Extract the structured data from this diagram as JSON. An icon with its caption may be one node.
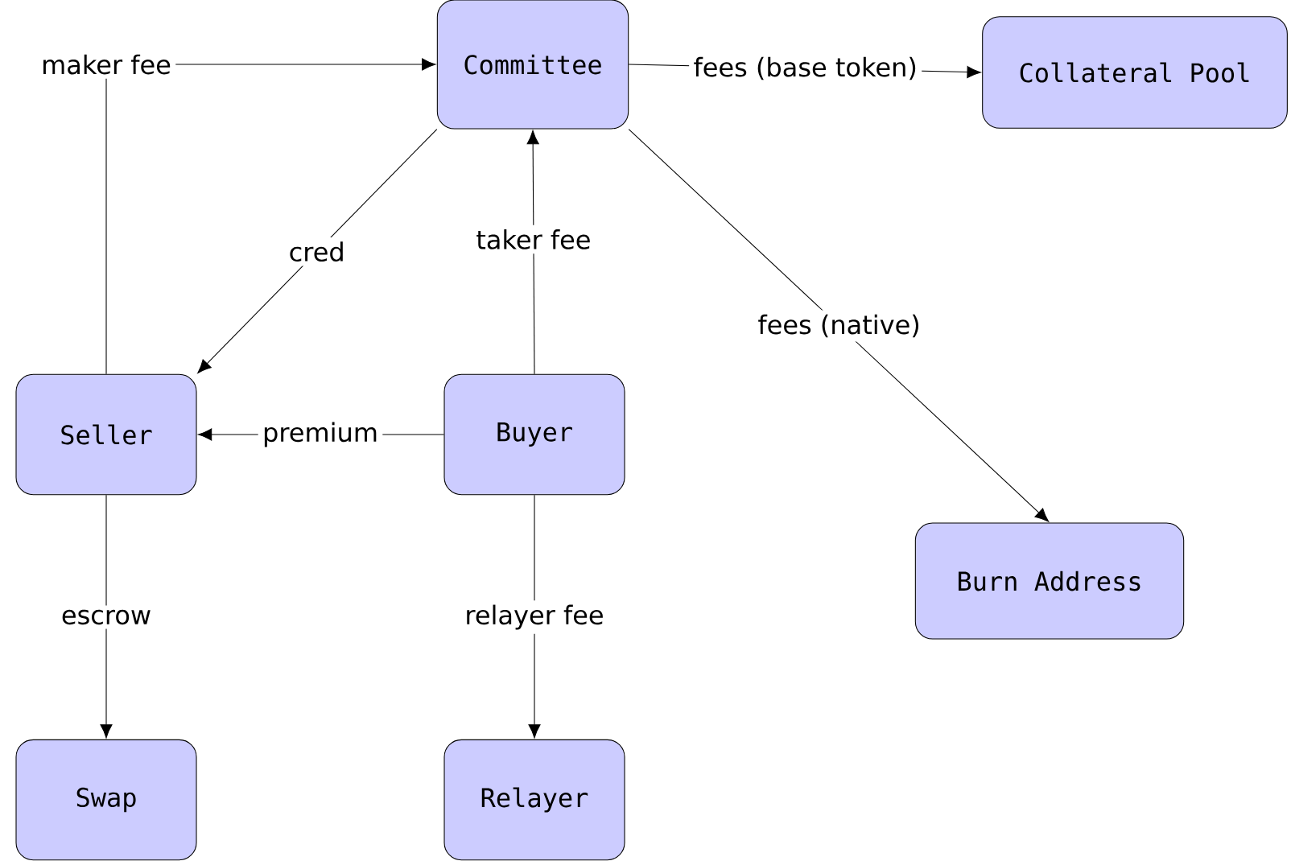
{
  "diagram": {
    "nodes": [
      {
        "text": [
          "Committee"
        ]
      },
      {
        "text": [
          "Collateral Pool"
        ]
      },
      {
        "text": [
          "Seller"
        ]
      },
      {
        "text": [
          "Buyer"
        ]
      },
      {
        "text": [
          "Burn Address"
        ]
      },
      {
        "text": [
          "Swap"
        ]
      },
      {
        "text": [
          "Relayer"
        ]
      }
    ],
    "edges": [
      {
        "from": 2,
        "to": 0,
        "arrow": "to",
        "label": "maker fee"
      },
      {
        "from": 0,
        "to": 1,
        "arrow": "to",
        "label": "fees (base token)"
      },
      {
        "from": 0,
        "to": 2,
        "arrow": "to",
        "label": "cred"
      },
      {
        "from": 3,
        "to": 0,
        "arrow": "to",
        "label": "taker fee"
      },
      {
        "from": 0,
        "to": 4,
        "arrow": "to",
        "label": "fees (native)"
      },
      {
        "from": 3,
        "to": 2,
        "arrow": "to",
        "label": "premium"
      },
      {
        "from": 2,
        "to": 5,
        "arrow": "to",
        "label": "escrow"
      },
      {
        "from": 3,
        "to": 6,
        "arrow": "to",
        "label": "relayer fee"
      }
    ]
  }
}
